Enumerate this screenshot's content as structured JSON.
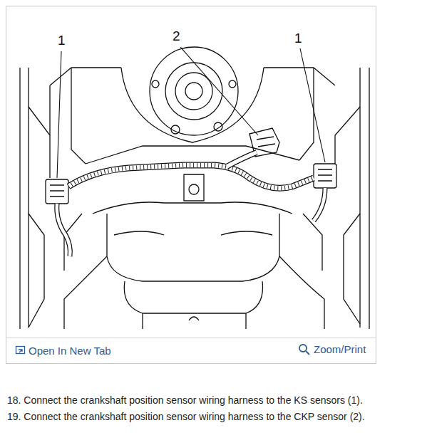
{
  "diagram": {
    "labels": [
      "1",
      "2",
      "1",
      "Open In New Tab",
      "Zoom/Print",
      "18. Connect the crankshaft position sensor wiring harness to the KS sensors (1).",
      "19. Connect the crankshaft position sensor wiring harness to the CKP sensor (2)."
    ]
  }
}
